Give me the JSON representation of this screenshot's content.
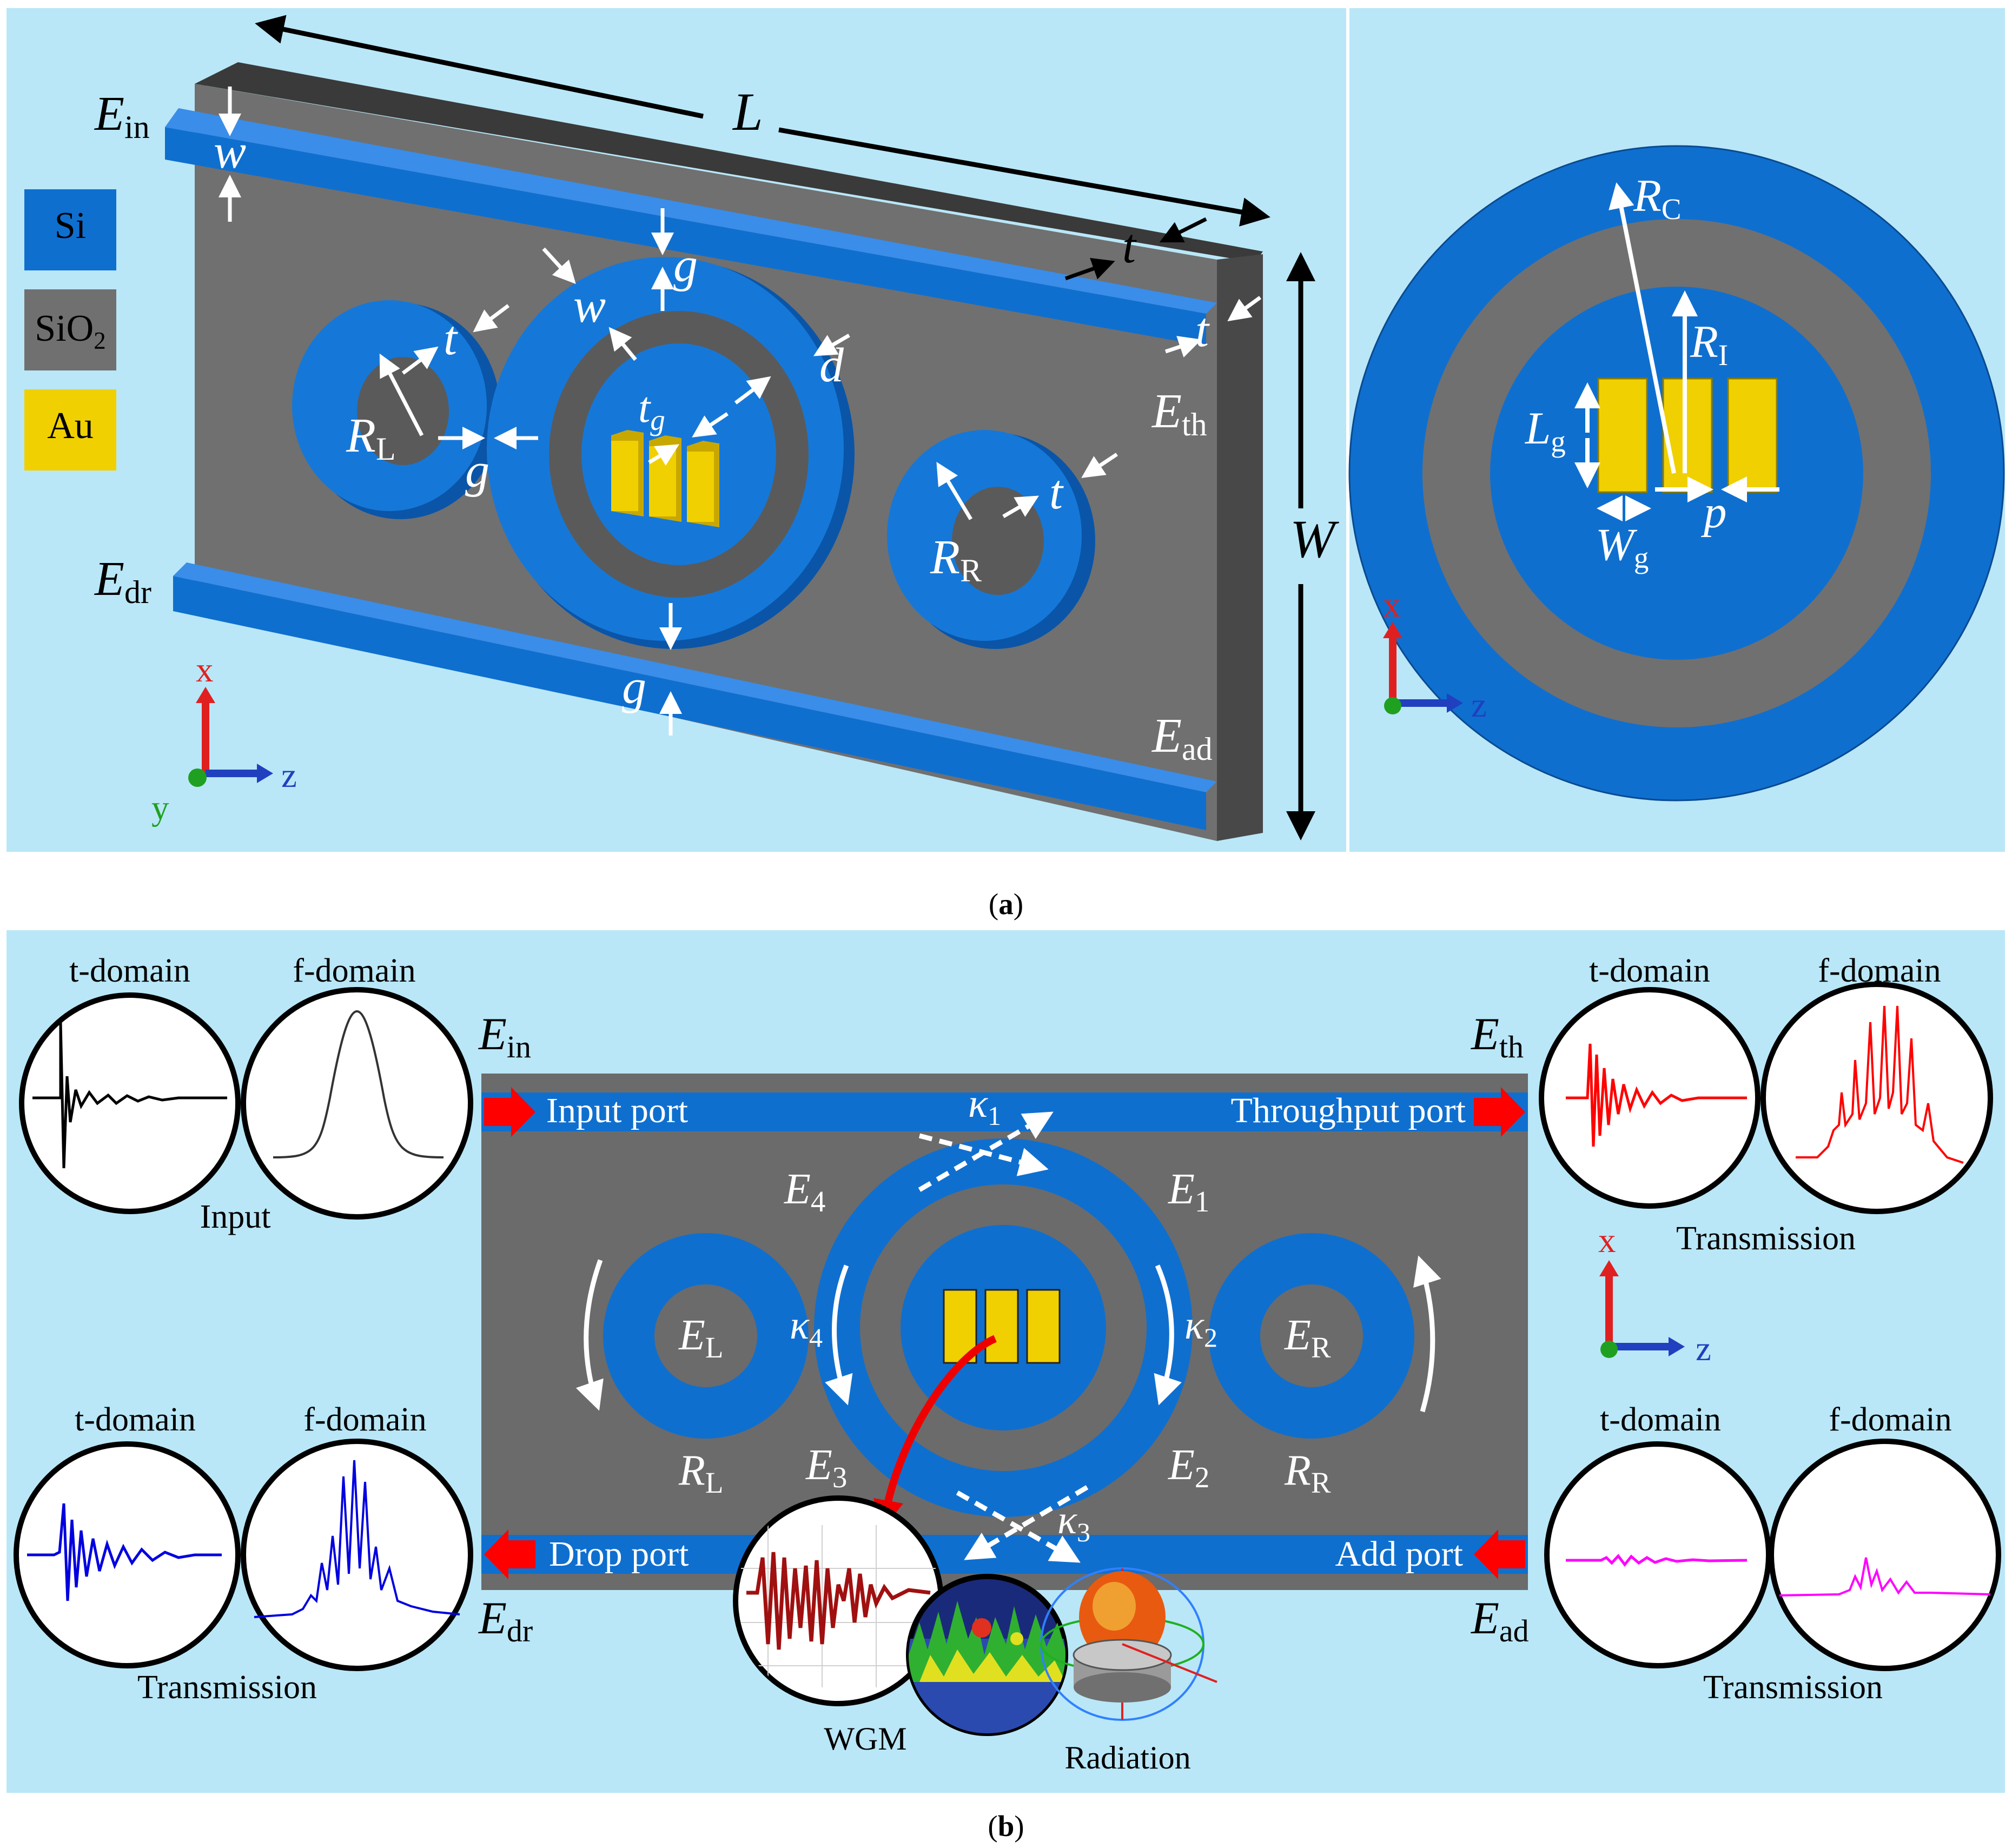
{
  "colors": {
    "panel_bg": "#b9e7f7",
    "silicon": "#0f6fcf",
    "silica": "#707070",
    "gold": "#f0d000",
    "white": "#ffffff",
    "red": "#ff0000",
    "axis_x": "#e02020",
    "axis_y": "#20a020",
    "axis_z": "#2040c0",
    "t_input": "#000000",
    "t_through": "#ff0000",
    "t_drop": "#0000e0",
    "t_add": "#ff00ff",
    "wgm": "#a01010"
  },
  "panel_a": {
    "caption": "(a)",
    "legend": [
      "Si",
      "SiO2",
      "Au"
    ],
    "ports": {
      "in": "E",
      "in_sub": "in",
      "dr": "E",
      "dr_sub": "dr",
      "th": "E",
      "th_sub": "th",
      "ad": "E",
      "ad_sub": "ad"
    },
    "dims": {
      "L": "L",
      "W": "W",
      "w": "w",
      "g": "g",
      "t": "t",
      "d": "d",
      "tg": "t",
      "tg_sub": "g",
      "RL": "R",
      "RL_sub": "L",
      "RR": "R",
      "RR_sub": "R"
    },
    "axes": {
      "x": "x",
      "y": "y",
      "z": "z"
    },
    "cross_section": {
      "RC": "R",
      "RC_sub": "C",
      "RI": "R",
      "RI_sub": "I",
      "Lg": "L",
      "Lg_sub": "g",
      "Wg": "W",
      "Wg_sub": "g",
      "p": "p"
    }
  },
  "panel_b": {
    "caption": "(b)",
    "t_domain": "t-domain",
    "f_domain": "f-domain",
    "input_label": "Input",
    "transmission_label": "Transmission",
    "ports": {
      "input": "Input port",
      "throughput": "Throughput port",
      "drop": "Drop port",
      "add": "Add port"
    },
    "fields": {
      "Ein": "E",
      "Ein_sub": "in",
      "Eth": "E",
      "Eth_sub": "th",
      "Edr": "E",
      "Edr_sub": "dr",
      "Ead": "E",
      "Ead_sub": "ad",
      "E1": "E",
      "E1_sub": "1",
      "E2": "E",
      "E2_sub": "2",
      "E3": "E",
      "E3_sub": "3",
      "E4": "E",
      "E4_sub": "4",
      "EL": "E",
      "EL_sub": "L",
      "ER": "E",
      "ER_sub": "R"
    },
    "kappa": {
      "k1": "κ",
      "k1_sub": "1",
      "k2": "κ",
      "k2_sub": "2",
      "k3": "κ",
      "k3_sub": "3",
      "k4": "κ",
      "k4_sub": "4"
    },
    "radii": {
      "RL": "R",
      "RL_sub": "L",
      "RR": "R",
      "RR_sub": "R"
    },
    "wgm_label": "WGM",
    "radiation_label": "Radiation",
    "axes": {
      "x": "x",
      "z": "z"
    }
  }
}
